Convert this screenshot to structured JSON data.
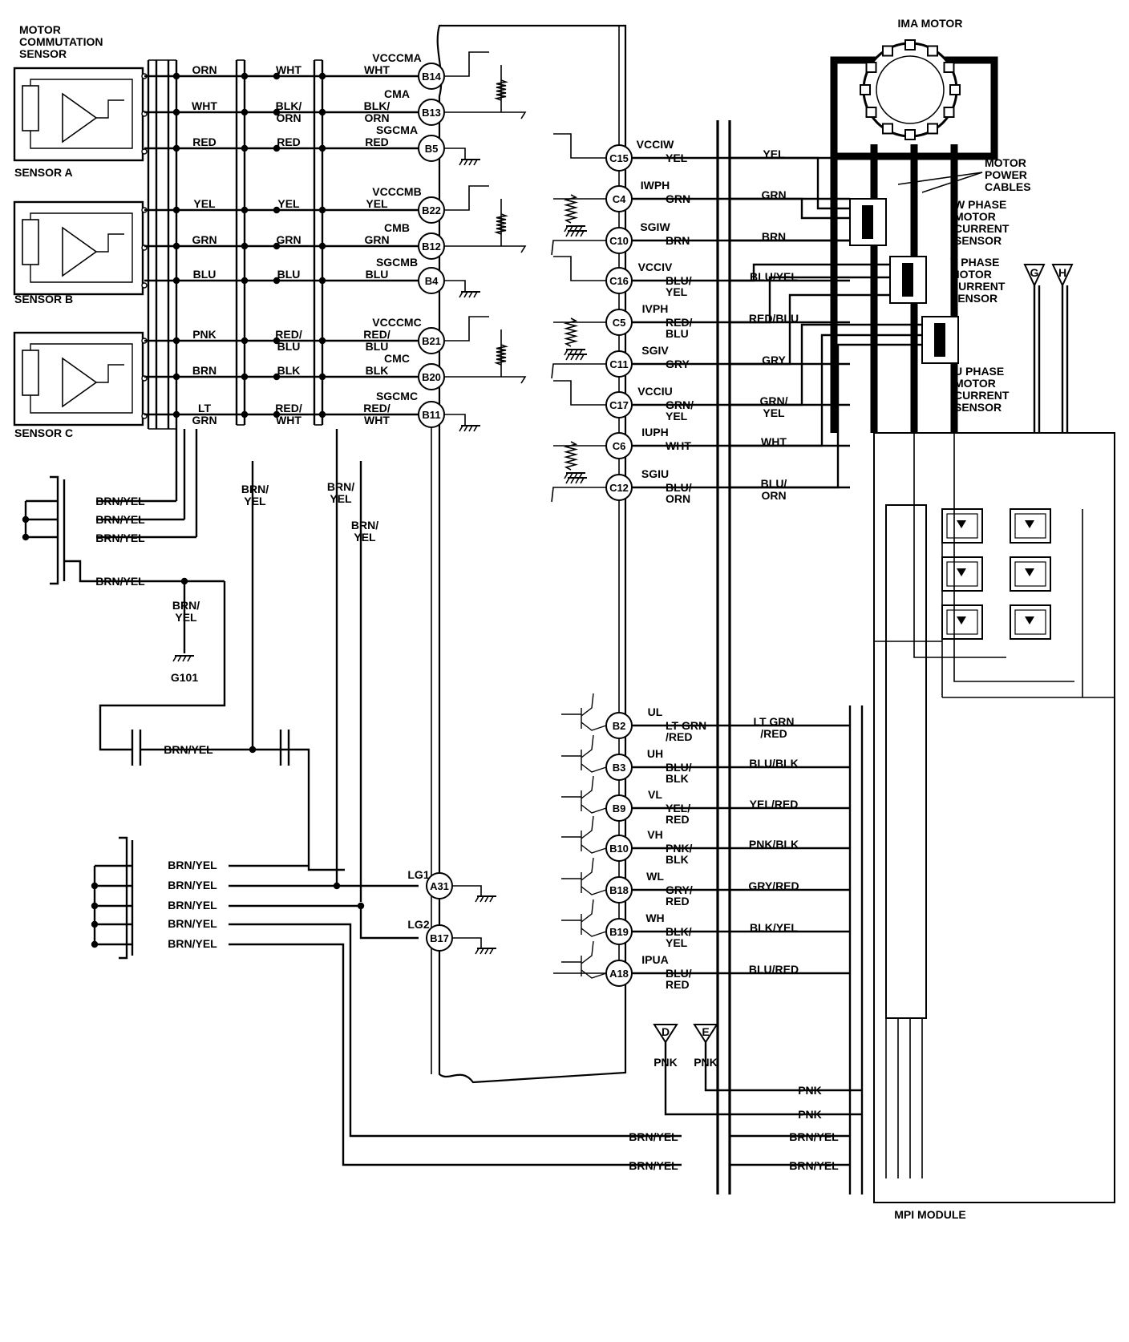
{
  "title": "",
  "components": {
    "sensor_header": "MOTOR\nCOMMUTATION\nSENSOR",
    "sensor_a": "SENSOR A",
    "sensor_b": "SENSOR B",
    "sensor_c": "SENSOR C",
    "ima_motor": "IMA MOTOR",
    "motor_power_cables": "MOTOR\nPOWER\nCABLES",
    "w_phase": "W PHASE\nMOTOR\nCURRENT\nSENSOR",
    "v_phase": "V PHASE\nMOTOR\nCURRENT\nSENSOR",
    "u_phase": "U PHASE\nMOTOR\nCURRENT\nSENSOR",
    "mpi_module": "MPI MODULE",
    "ground": "G101"
  },
  "ecu_left_pins": [
    {
      "pin": "B14",
      "signal": "VCCCMA"
    },
    {
      "pin": "B13",
      "signal": "CMA"
    },
    {
      "pin": "B5",
      "signal": "SGCMA"
    },
    {
      "pin": "B22",
      "signal": "VCCCMB"
    },
    {
      "pin": "B12",
      "signal": "CMB"
    },
    {
      "pin": "B4",
      "signal": "SGCMB"
    },
    {
      "pin": "B21",
      "signal": "VCCCMC"
    },
    {
      "pin": "B20",
      "signal": "CMC"
    },
    {
      "pin": "B11",
      "signal": "SGCMC"
    },
    {
      "pin": "A31",
      "signal": "LG1"
    },
    {
      "pin": "B17",
      "signal": "LG2"
    }
  ],
  "ecu_right_pins": [
    {
      "pin": "C15",
      "signal": "VCCIW",
      "wire": "YEL"
    },
    {
      "pin": "C4",
      "signal": "IWPH",
      "wire": "GRN"
    },
    {
      "pin": "C10",
      "signal": "SGIW",
      "wire": "BRN"
    },
    {
      "pin": "C16",
      "signal": "VCCIV",
      "wire": "BLU/\nYEL"
    },
    {
      "pin": "C5",
      "signal": "IVPH",
      "wire": "RED/\nBLU"
    },
    {
      "pin": "C11",
      "signal": "SGIV",
      "wire": "GRY"
    },
    {
      "pin": "C17",
      "signal": "VCCIU",
      "wire": "GRN/\nYEL"
    },
    {
      "pin": "C6",
      "signal": "IUPH",
      "wire": "WHT"
    },
    {
      "pin": "C12",
      "signal": "SGIU",
      "wire": "BLU/\nORN"
    },
    {
      "pin": "B2",
      "signal": "UL",
      "wire": "LT GRN\n/RED"
    },
    {
      "pin": "B3",
      "signal": "UH",
      "wire": "BLU/\nBLK"
    },
    {
      "pin": "B9",
      "signal": "VL",
      "wire": "YEL/\nRED"
    },
    {
      "pin": "B10",
      "signal": "VH",
      "wire": "PNK/\nBLK"
    },
    {
      "pin": "B18",
      "signal": "WL",
      "wire": "GRY/\nRED"
    },
    {
      "pin": "B19",
      "signal": "WH",
      "wire": "BLK/\nYEL"
    },
    {
      "pin": "A18",
      "signal": "IPUA",
      "wire": "BLU/\nRED"
    }
  ],
  "sensor_wires": {
    "a": [
      [
        "ORN",
        "WHT",
        "WHT"
      ],
      [
        "WHT",
        "BLK/\nORN",
        "BLK/\nORN"
      ],
      [
        "RED",
        "RED",
        "RED"
      ]
    ],
    "b": [
      [
        "YEL",
        "YEL",
        "YEL"
      ],
      [
        "GRN",
        "GRN",
        "GRN"
      ],
      [
        "BLU",
        "BLU",
        "BLU"
      ]
    ],
    "c": [
      [
        "PNK",
        "RED/\nBLU",
        "RED/\nBLU"
      ],
      [
        "BRN",
        "BLK",
        "BLK"
      ],
      [
        "LT\nGRN",
        "RED/\nWHT",
        "RED/\nWHT"
      ]
    ]
  },
  "right_wires": [
    "YEL",
    "GRN",
    "BRN",
    "BLU/YEL",
    "RED/BLU",
    "GRY",
    "GRN/\nYEL",
    "WHT",
    "BLU/\nORN",
    "LT GRN\n/RED",
    "BLU/BLK",
    "YEL/RED",
    "PNK/BLK",
    "GRY/RED",
    "BLK/YEL",
    "BLU/RED"
  ],
  "ground_wire": "BRN/YEL",
  "ground_wire_split": "BRN/\nYEL",
  "pnk": "PNK",
  "connectors": [
    "D",
    "E",
    "G",
    "H"
  ]
}
